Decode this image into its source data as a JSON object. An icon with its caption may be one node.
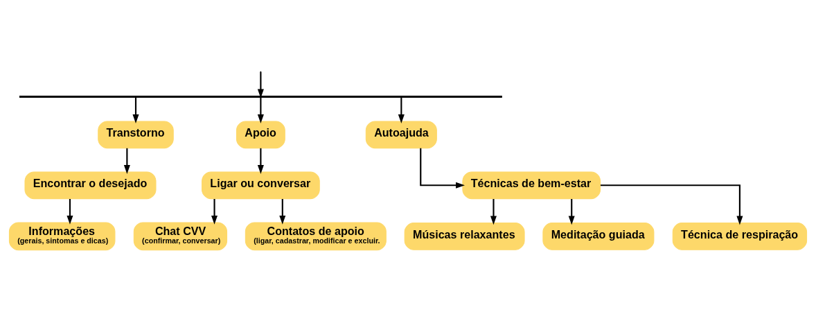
{
  "diagram": {
    "nodes": [
      {
        "text": [],
        "shape": "bar"
      },
      {
        "text": [
          "Transtorno"
        ]
      },
      {
        "text": [
          "Encontrar o desejado"
        ]
      },
      {
        "text": [
          "Informações",
          "(gerais, sintomas e dicas)"
        ]
      },
      {
        "text": [
          "Apoio"
        ]
      },
      {
        "text": [
          "Ligar ou conversar"
        ]
      },
      {
        "text": [
          "Chat CVV",
          "(confirmar, conversar)"
        ]
      },
      {
        "text": [
          "Contatos de apoio",
          "(ligar, cadastrar, modificar e excluir."
        ]
      },
      {
        "text": [
          "Autoajuda"
        ]
      },
      {
        "text": [
          "Técnicas de bem-estar"
        ]
      },
      {
        "text": [
          "Músicas relaxantes"
        ]
      },
      {
        "text": [
          "Meditação guiada"
        ]
      },
      {
        "text": [
          "Técnica de respiração"
        ]
      }
    ],
    "edges": [
      {
        "from": null,
        "to": 0,
        "arrow": "to"
      },
      {
        "from": 0,
        "to": 1,
        "arrow": "to"
      },
      {
        "from": 0,
        "to": 4,
        "arrow": "to"
      },
      {
        "from": 0,
        "to": 8,
        "arrow": "to"
      },
      {
        "from": 1,
        "to": 2,
        "arrow": "to"
      },
      {
        "from": 2,
        "to": 3,
        "arrow": "to"
      },
      {
        "from": 4,
        "to": 5,
        "arrow": "to"
      },
      {
        "from": 5,
        "to": 6,
        "arrow": "to"
      },
      {
        "from": 5,
        "to": 7,
        "arrow": "to"
      },
      {
        "from": 8,
        "to": 9,
        "arrow": "to"
      },
      {
        "from": 9,
        "to": 10,
        "arrow": "to"
      },
      {
        "from": 9,
        "to": 11,
        "arrow": "to"
      },
      {
        "from": 9,
        "to": 12,
        "arrow": "to"
      }
    ]
  }
}
